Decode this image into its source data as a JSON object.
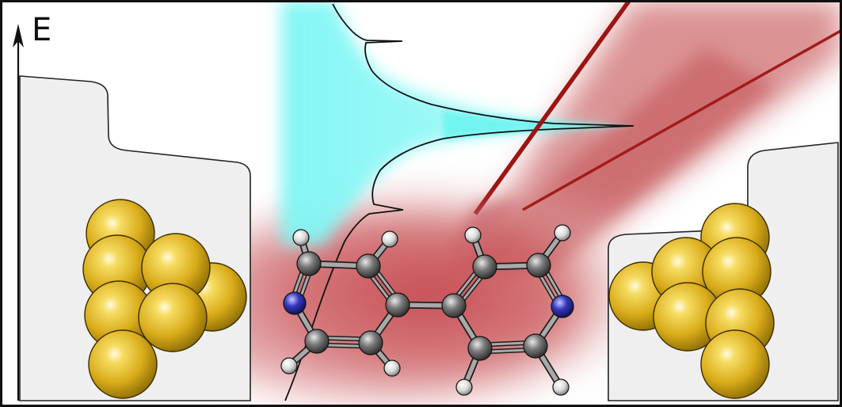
{
  "energy_axis": {
    "label": "E"
  },
  "colors": {
    "frame": "#111111",
    "electrode_fill": "#efefef",
    "electrode_edge": "#222222",
    "dos_fill": "#6ff5f2",
    "laser_beam": "#a11b1b",
    "laser_glow": "#c8585a",
    "gold_atom": "#e0b421",
    "carbon_atom": "#6b6b6b",
    "nitrogen_atom": "#2b2fb3",
    "hydrogen_atom": "#e6e6e6"
  },
  "components": {
    "left_electrode": "gold-cluster",
    "right_electrode": "gold-cluster",
    "molecule": "4,4'-bipyridine",
    "spectrum": "density-of-states",
    "illumination": "laser-beams"
  }
}
